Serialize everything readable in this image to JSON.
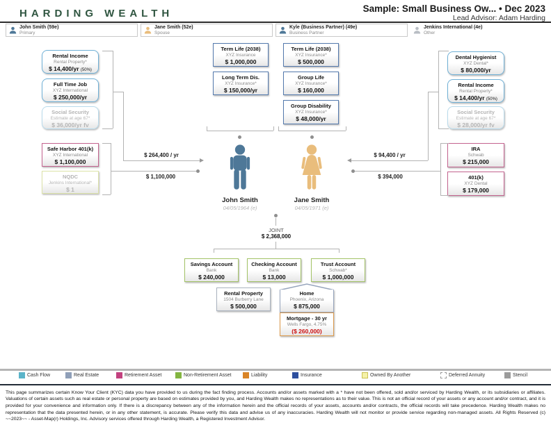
{
  "header": {
    "brand": "HARDING WEALTH",
    "report_title": "Sample: Small Business Ow... • Dec 2023",
    "lead_advisor": "Lead Advisor: Adam Harding"
  },
  "people_strip": [
    {
      "name": "John Smith (59e)",
      "role": "Primary"
    },
    {
      "name": "Jane Smith (52e)",
      "role": "Spouse"
    },
    {
      "name": "Kyle (Business Partner) (49e)",
      "role": "Business Partner"
    },
    {
      "name": "Jenkins International (4e)",
      "role": "Other"
    }
  ],
  "persons": {
    "john": {
      "name": "John Smith",
      "dob": "04/05/1964 (e)"
    },
    "jane": {
      "name": "Jane Smith",
      "dob": "04/05/1971 (e)"
    }
  },
  "nodes": {
    "john_rental_income": {
      "title": "Rental Income",
      "subtitle": "Rental Property*",
      "value": "$ 14,400/yr",
      "note": "(50%)"
    },
    "john_full_time_job": {
      "title": "Full Time Job",
      "subtitle": "XYZ International",
      "value": "$ 250,000/yr"
    },
    "john_social_security": {
      "title": "Social Security",
      "subtitle": "Estimate at age 67*",
      "value": "$ 36,000/yr fv"
    },
    "john_safe_harbor": {
      "title": "Safe Harbor 401(k)",
      "subtitle": "XYZ International",
      "value": "$ 1,100,000"
    },
    "john_nqdc": {
      "title": "NQDC",
      "subtitle": "Jenkins International*",
      "value": "$ 1"
    },
    "john_term_life": {
      "title": "Term Life (2038)",
      "subtitle": "XYZ Insurance",
      "value": "$ 1,000,000"
    },
    "john_long_term_dis": {
      "title": "Long Term Dis.",
      "subtitle": "XYZ Insurance*",
      "value": "$ 150,000/yr"
    },
    "jane_term_life": {
      "title": "Term Life (2038)",
      "subtitle": "XYZ Insurance*",
      "value": "$ 500,000"
    },
    "jane_group_life": {
      "title": "Group Life",
      "subtitle": "XYZ Insurance*",
      "value": "$ 160,000"
    },
    "jane_group_disability": {
      "title": "Group Disability",
      "subtitle": "XYZ Insurance*",
      "value": "$ 48,000/yr"
    },
    "jane_dental": {
      "title": "Dental Hygienist",
      "subtitle": "XYZ Dental*",
      "value": "$ 80,000/yr"
    },
    "jane_rental_income": {
      "title": "Rental Income",
      "subtitle": "Rental Property*",
      "value": "$ 14,400/yr",
      "note": "(50%)"
    },
    "jane_social_security": {
      "title": "Social Security",
      "subtitle": "Estimate at age 67*",
      "value": "$ 28,000/yr fv"
    },
    "jane_ira": {
      "title": "IRA",
      "subtitle": "Schwab",
      "value": "$ 215,000"
    },
    "jane_401k": {
      "title": "401(k)",
      "subtitle": "XYZ Dental",
      "value": "$ 179,000"
    },
    "savings": {
      "title": "Savings Account",
      "subtitle": "Bank",
      "value": "$ 240,000"
    },
    "checking": {
      "title": "Checking Account",
      "subtitle": "Bank",
      "value": "$ 13,000"
    },
    "trust": {
      "title": "Trust Account",
      "subtitle": "Schwab*",
      "value": "$ 1,000,000"
    },
    "rental_property": {
      "title": "Rental Property",
      "subtitle": "1504 Burberry Lane",
      "value": "$ 500,000"
    },
    "home": {
      "title": "Home",
      "subtitle": "Phoenix, Arizona",
      "value": "$ 875,000"
    },
    "mortgage": {
      "title": "Mortgage - 30 yr",
      "subtitle": "Wells Fargo, 4.75%",
      "value": "($ 260,000)"
    }
  },
  "flows": {
    "john_income_total": "$ 264,400 / yr",
    "john_asset_total": "$ 1,100,000",
    "jane_income_total": "$ 94,400 / yr",
    "jane_asset_total": "$ 394,000"
  },
  "joint": {
    "label": "JOINT",
    "value": "$ 2,368,000"
  },
  "legend": [
    {
      "label": "Cash Flow",
      "color": "#5bb4c9"
    },
    {
      "label": "Real Estate",
      "color": "#8f9fb8"
    },
    {
      "label": "Retirement Asset",
      "color": "#c2417f"
    },
    {
      "label": "Non-Retirement Asset",
      "color": "#83b541"
    },
    {
      "label": "Liability",
      "color": "#d98427"
    },
    {
      "label": "Insurance",
      "color": "#2d4f9e"
    },
    {
      "label": "Owned By Another",
      "color": "#f5f2a8"
    },
    {
      "label": "Deferred Annuity",
      "color": "#ffffff"
    },
    {
      "label": "Stencil",
      "color": "#9b9b9b"
    }
  ],
  "colors": {
    "brand_green": "#2f5540",
    "john_figure": "#4e7898",
    "jane_figure": "#e9bd7c",
    "negative_value": "#cc1111"
  },
  "disclaimer": "This page summarizes certain Know Your Client (KYC) data you have provided to us during the fact finding process. Accounts and/or assets marked with a * have not been offered, sold and/or serviced by Harding Wealth, or its subsidiaries or affiliates. Valuations of certain assets such as real estate or personal property are based on estimates provided by you, and Harding Wealth makes no representations as to their value. This is not an official record of your assets or any account and/or contract, and it is provided for your convenience and information only. If there is a discrepancy between any of the information herein and the official records of your assets, accounts and/or contracts, the official records will take precedence. Harding Wealth makes no representation that the data presented herein, or in any other statement, is accurate. Please verify this data and advise us of any inaccuracies. Harding Wealth will not monitor or provide service regarding non-managed assets. All Rights Reserved (c) ~~2023~~ - Asset-Map(r) Holdings, Inc. Advisory services offered through Harding Wealth, a Registered Investment Advisor."
}
